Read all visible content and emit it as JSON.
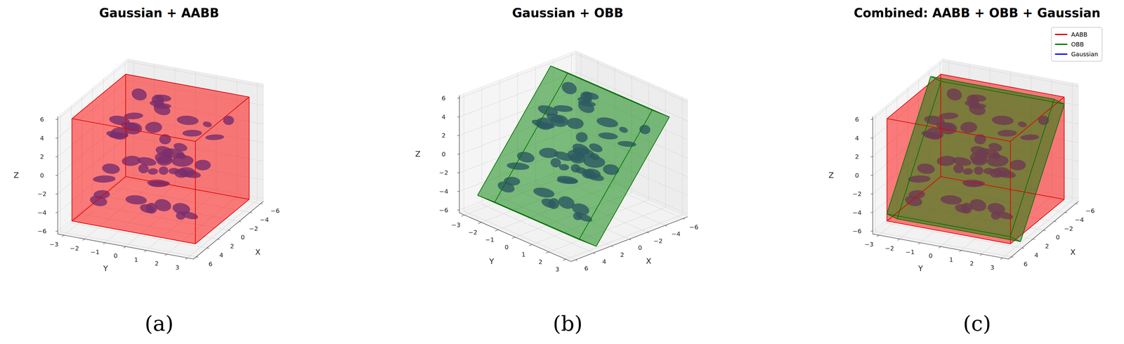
{
  "diagram": {
    "labels": [
      "Gaussian + AABB",
      "Z",
      "6",
      "4",
      "2",
      "0",
      "−2",
      "−4",
      "−6",
      "Y",
      "−3",
      "−2",
      "−1",
      "0",
      "1",
      "2",
      "3",
      "X",
      "−6",
      "−4",
      "−2",
      "0",
      "2",
      "4",
      "6",
      "(a)",
      "Gaussian + OBB",
      "Z",
      "6",
      "4",
      "2",
      "0",
      "−2",
      "−4",
      "−6",
      "Y",
      "−3",
      "−2",
      "−1",
      "0",
      "1",
      "2",
      "3",
      "X",
      "−6",
      "−4",
      "−2",
      "0",
      "2",
      "4",
      "6",
      "(b)",
      "Combined: AABB + OBB + Gaussian",
      "Z",
      "6",
      "4",
      "2",
      "0",
      "−2",
      "−4",
      "−6",
      "Y",
      "−3",
      "−2",
      "−1",
      "0",
      "1",
      "2",
      "3",
      "X",
      "−6",
      "−4",
      "−2",
      "0",
      "2",
      "4",
      "6",
      "(c)"
    ],
    "legend": [
      {
        "text": "AABB"
      },
      {
        "text": "OBB"
      },
      {
        "text": "Gaussian"
      }
    ]
  }
}
